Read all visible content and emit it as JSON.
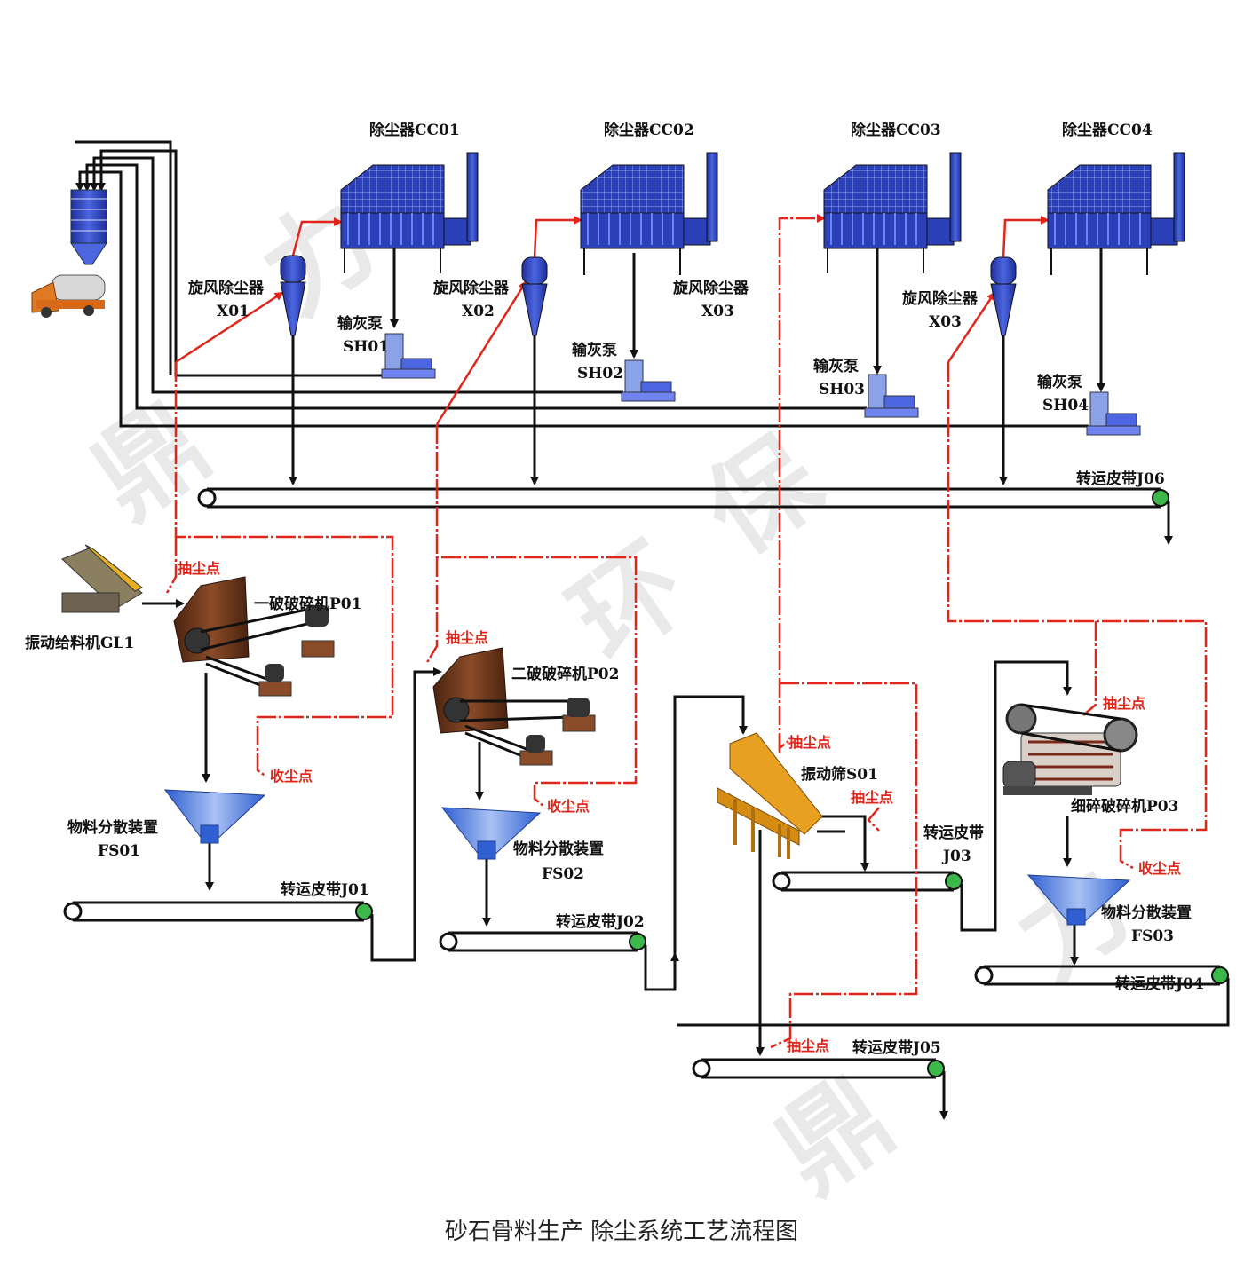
{
  "title": "砂石骨料生产  除尘系统工艺流程图",
  "watermark": [
    "鼎",
    "力",
    "环",
    "保"
  ],
  "colors": {
    "duct_red": "#e0261b",
    "collector_blue": "#2b3fb8",
    "cyclone_blue": "#3a59d8",
    "pump_blue": "#8aa2e8",
    "crusher_brown": "#6e3a1f",
    "screen_orange": "#e8a021",
    "hopper_blue": "#5f8ae6",
    "roller_green": "#3cb84a"
  },
  "collectors": [
    {
      "label": "除尘器CC01"
    },
    {
      "label": "除尘器CC02"
    },
    {
      "label": "除尘器CC03"
    },
    {
      "label": "除尘器CC04"
    }
  ],
  "cyclones": [
    {
      "name": "旋风除尘器",
      "code": "X01"
    },
    {
      "name": "旋风除尘器",
      "code": "X02"
    },
    {
      "name": "旋风除尘器",
      "code": "X03"
    },
    {
      "name": "旋风除尘器",
      "code": "X03"
    }
  ],
  "pumps": [
    {
      "name": "输灰泵",
      "code": "SH01"
    },
    {
      "name": "输灰泵",
      "code": "SH02"
    },
    {
      "name": "输灰泵",
      "code": "SH03"
    },
    {
      "name": "输灰泵",
      "code": "SH04"
    }
  ],
  "belts": {
    "j06": "转运皮带J06",
    "j01": "转运皮带J01",
    "j02": "转运皮带J02",
    "j03_a": "转运皮带",
    "j03_b": "J03",
    "j04": "转运皮带J04",
    "j05": "转运皮带J05"
  },
  "equipment": {
    "feeder": "振动给料机GL1",
    "crusher1": "一破破碎机P01",
    "crusher2": "二破破碎机P02",
    "screen": "振动筛S01",
    "crusher3": "细碎破碎机P03"
  },
  "dispersers": [
    {
      "name": "物料分散装置",
      "code": "FS01"
    },
    {
      "name": "物料分散装置",
      "code": "FS02"
    },
    {
      "name": "物料分散装置",
      "code": "FS03"
    }
  ],
  "points": {
    "extract": "抽尘点",
    "collect": "收尘点"
  }
}
